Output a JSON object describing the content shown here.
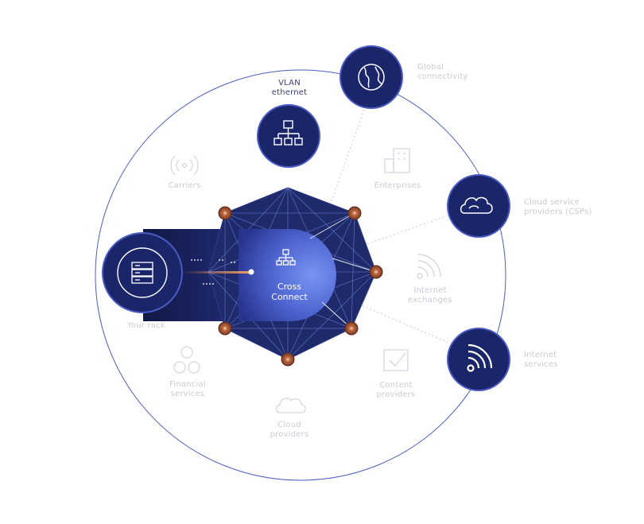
{
  "center": {
    "label_line1": "Cross",
    "label_line2": "Connect",
    "icon": "network-hierarchy-icon"
  },
  "rack": {
    "label": "Your rack",
    "icon": "server-rack-icon"
  },
  "featured_nodes": [
    {
      "id": "vlan",
      "line1": "VLAN",
      "line2": "ethernet",
      "icon": "network-hierarchy-icon"
    },
    {
      "id": "global",
      "line1": "Global",
      "line2": "connectivity",
      "icon": "globe-icon"
    },
    {
      "id": "csp",
      "line1": "Cloud service",
      "line2": "providers (CSPs)",
      "icon": "cloud-icon"
    },
    {
      "id": "internet-services",
      "line1": "Internet",
      "line2": "services",
      "icon": "rss-feed-icon"
    }
  ],
  "faded_nodes": [
    {
      "id": "carriers",
      "line1": "Carriers",
      "line2": "",
      "icon": "broadcast-icon"
    },
    {
      "id": "enterprises",
      "line1": "Enterprises",
      "line2": "",
      "icon": "building-icon"
    },
    {
      "id": "internet-exchanges",
      "line1": "Internet",
      "line2": "exchanges",
      "icon": "rss-feed-icon"
    },
    {
      "id": "content-providers",
      "line1": "Content",
      "line2": "providers",
      "icon": "checked-document-icon"
    },
    {
      "id": "cloud-providers",
      "line1": "Cloud",
      "line2": "providers",
      "icon": "cloud-icon"
    },
    {
      "id": "financial-services",
      "line1": "Financial",
      "line2": "services",
      "icon": "coins-icon"
    }
  ],
  "colors": {
    "navy": "#1f2a6b",
    "navy_dark": "#141c4f",
    "accent_blue": "#5b7fe8",
    "ring": "#4a5cc4",
    "node_orange": "#c76a3a",
    "beam_orange": "#f08a3a",
    "faded_text": "#c9cbd6",
    "dark_text": "#3a3f6e"
  }
}
